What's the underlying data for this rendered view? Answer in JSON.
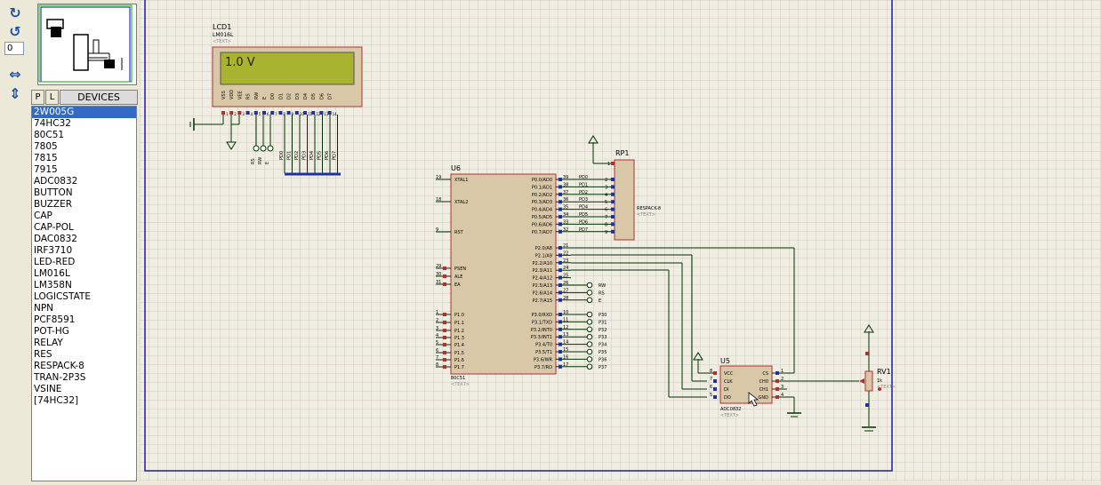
{
  "toolbar": {
    "rotate_cw": "redo-arrow-icon",
    "rotate_ccw": "undo-arrow-icon",
    "angle_value": "0",
    "flip_h": "flip-horizontal-icon",
    "flip_v": "flip-vertical-icon"
  },
  "devices": {
    "tab_p": "P",
    "tab_l": "L",
    "header": "DEVICES",
    "selected_index": 0,
    "items": [
      "2W005G",
      "74HC32",
      "80C51",
      "7805",
      "7815",
      "7915",
      "ADC0832",
      "BUTTON",
      "BUZZER",
      "CAP",
      "CAP-POL",
      "DAC0832",
      "IRF3710",
      "LED-RED",
      "LM016L",
      "LM358N",
      "LOGICSTATE",
      "NPN",
      "PCF8591",
      "POT-HG",
      "RELAY",
      "RES",
      "RESPACK-8",
      "TRAN-2P3S",
      "VSINE",
      "[74HC32]"
    ]
  },
  "schematic": {
    "lcd": {
      "ref": "LCD1",
      "type": "LM016L",
      "text": "<TEXT>",
      "display": "1.0 V",
      "pins": [
        "VSS",
        "VDD",
        "VEE",
        "RS",
        "RW",
        "E",
        "D0",
        "D1",
        "D2",
        "D3",
        "D4",
        "D5",
        "D6",
        "D7"
      ],
      "pin_nums": [
        "1",
        "2",
        "3",
        "4",
        "5",
        "6",
        "7",
        "8",
        "9",
        "10",
        "11",
        "12",
        "13",
        "14"
      ],
      "bottom_labels": [
        "RS",
        "RW",
        "E",
        "PD0",
        "PD1",
        "PD2",
        "PD3",
        "PD4",
        "PD5",
        "PD6",
        "PD7"
      ]
    },
    "mcu": {
      "ref": "U6",
      "type": "80C51",
      "text": "<TEXT>",
      "left_pins": [
        {
          "num": "19",
          "name": "XTAL1"
        },
        {
          "num": "18",
          "name": "XTAL2"
        },
        {
          "num": "9",
          "name": "RST"
        },
        {
          "num": "29",
          "name": "PSEN"
        },
        {
          "num": "30",
          "name": "ALE"
        },
        {
          "num": "31",
          "name": "EA"
        },
        {
          "num": "1",
          "name": "P1.0"
        },
        {
          "num": "2",
          "name": "P1.1"
        },
        {
          "num": "3",
          "name": "P1.2"
        },
        {
          "num": "4",
          "name": "P1.3"
        },
        {
          "num": "5",
          "name": "P1.4"
        },
        {
          "num": "6",
          "name": "P1.5"
        },
        {
          "num": "7",
          "name": "P1.6"
        },
        {
          "num": "8",
          "name": "P1.7"
        }
      ],
      "right_p0": [
        {
          "num": "39",
          "name": "P0.0/AD0",
          "net": "PD0"
        },
        {
          "num": "38",
          "name": "P0.1/AD1",
          "net": "PD1"
        },
        {
          "num": "37",
          "name": "P0.2/AD2",
          "net": "PD2"
        },
        {
          "num": "36",
          "name": "P0.3/AD3",
          "net": "PD3"
        },
        {
          "num": "35",
          "name": "P0.4/AD4",
          "net": "PD4"
        },
        {
          "num": "34",
          "name": "P0.5/AD5",
          "net": "PD5"
        },
        {
          "num": "33",
          "name": "P0.6/AD6",
          "net": "PD6"
        },
        {
          "num": "32",
          "name": "P0.7/AD7",
          "net": "PD7"
        }
      ],
      "right_p2": [
        {
          "num": "21",
          "name": "P2.0/A8",
          "net": ""
        },
        {
          "num": "22",
          "name": "P2.1/A9",
          "net": ""
        },
        {
          "num": "23",
          "name": "P2.2/A10",
          "net": ""
        },
        {
          "num": "24",
          "name": "P2.3/A11",
          "net": ""
        },
        {
          "num": "25",
          "name": "P2.4/A12",
          "net": ""
        },
        {
          "num": "26",
          "name": "P2.5/A13",
          "net": "RW"
        },
        {
          "num": "27",
          "name": "P2.6/A14",
          "net": "RS"
        },
        {
          "num": "28",
          "name": "P2.7/A15",
          "net": "E"
        }
      ],
      "right_p3": [
        {
          "num": "10",
          "name": "P3.0/RXD",
          "net": "P30"
        },
        {
          "num": "11",
          "name": "P3.1/TXD",
          "net": "P31"
        },
        {
          "num": "12",
          "name": "P3.2/INT0",
          "net": "P32"
        },
        {
          "num": "13",
          "name": "P3.3/INT1",
          "net": "P33"
        },
        {
          "num": "14",
          "name": "P3.4/T0",
          "net": "P34"
        },
        {
          "num": "15",
          "name": "P3.5/T1",
          "net": "P35"
        },
        {
          "num": "16",
          "name": "P3.6/WR",
          "net": "P36"
        },
        {
          "num": "17",
          "name": "P3.7/RD",
          "net": "P37"
        }
      ]
    },
    "rp1": {
      "ref": "RP1",
      "type": "RESPACK-8",
      "text": "<TEXT>",
      "pins": [
        "1",
        "2",
        "3",
        "4",
        "5",
        "6",
        "7",
        "8",
        "9"
      ]
    },
    "adc": {
      "ref": "U5",
      "type": "ADC0832",
      "text": "<TEXT>",
      "left": [
        {
          "num": "8",
          "name": "VCC"
        },
        {
          "num": "7",
          "name": "CLK"
        },
        {
          "num": "6",
          "name": "DI"
        },
        {
          "num": "5",
          "name": "DO"
        }
      ],
      "right": [
        {
          "num": "1",
          "name": "CS"
        },
        {
          "num": "2",
          "name": "CH0"
        },
        {
          "num": "3",
          "name": "CH1"
        },
        {
          "num": "4",
          "name": "GND"
        }
      ]
    },
    "pot": {
      "ref": "RV1",
      "value": "1k",
      "text": "<TEXT>"
    }
  }
}
